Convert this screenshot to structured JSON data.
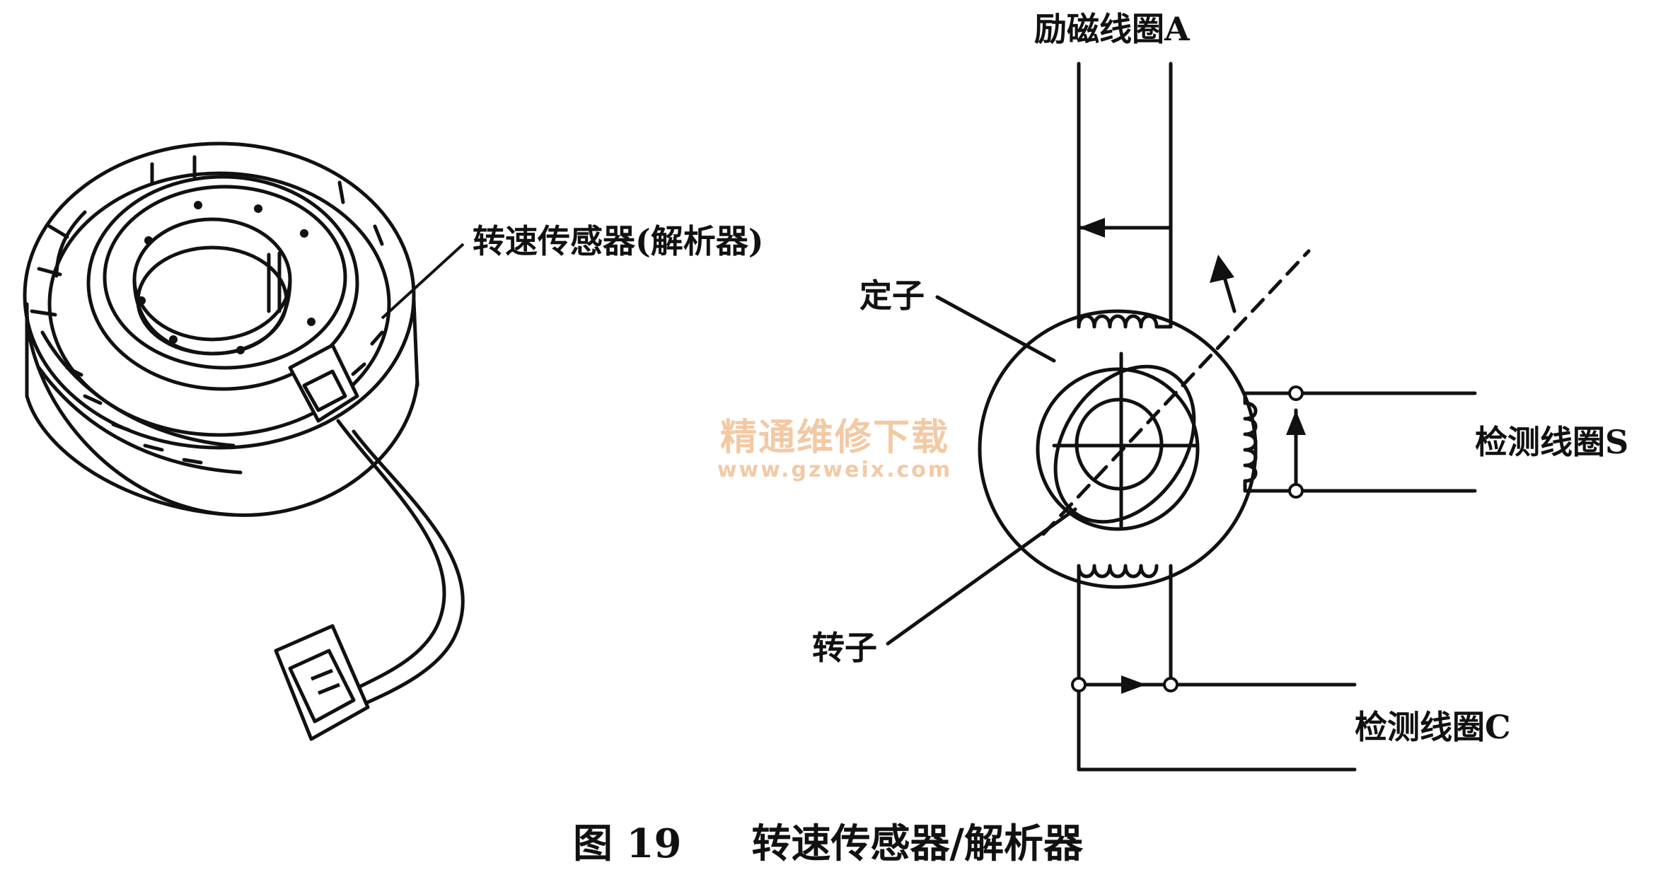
{
  "labels": {
    "sensor_name": "转速传感器(解析器)",
    "excitation_coil": "励磁线圈A",
    "stator": "定子",
    "rotor": "转子",
    "detect_coil_s": "检测线圈S",
    "detect_coil_c": "检测线圈C"
  },
  "caption": {
    "figure_no": "图 19",
    "title": "转速传感器/解析器"
  },
  "watermark": {
    "line1": "精通维修下载",
    "line2": "www.gzweix.com"
  },
  "colors": {
    "ink": "#111111",
    "watermark": "#f3c9a4",
    "background": "#ffffff"
  }
}
